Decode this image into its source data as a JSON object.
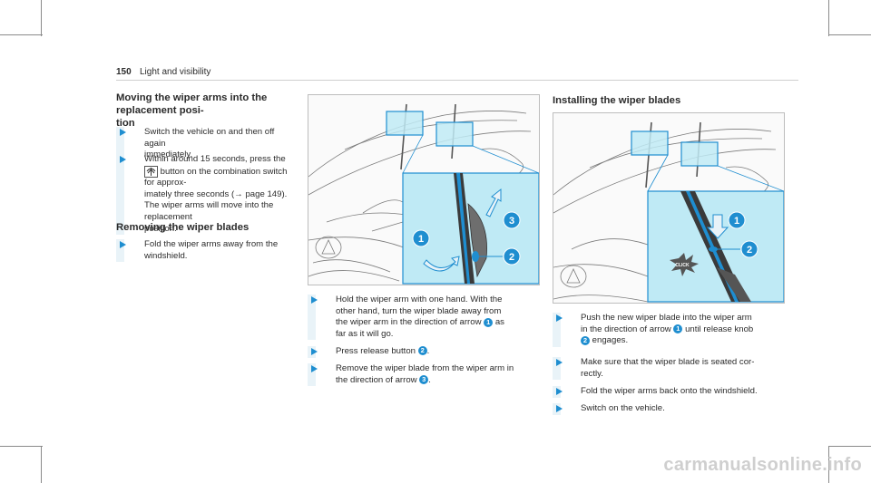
{
  "header": {
    "page_number": "150",
    "section": "Light and visibility"
  },
  "col1": {
    "heading_moving": "Moving the wiper arms into the replacement posi-\ntion",
    "step1": "Switch the vehicle on and then off again\nimmediately.",
    "step2_a": "Within around 15 seconds, press the",
    "step2_b": "button on the combination switch for approx-\nimately three seconds (→ page 149).\nThe wiper arms will move into the replacement\nposition.",
    "heading_removing": "Removing the wiper blades",
    "step3": "Fold the wiper arms away from the windshield."
  },
  "col2": {
    "step1": "Hold the wiper arm with one hand. With the\nother hand, turn the wiper blade away from\nthe wiper arm in the direction of arrow",
    "step1_num": "1",
    "step1_tail": "as\nfar as it will go.",
    "step2": "Press release button",
    "step2_num": "2",
    "step2_tail": ".",
    "step3": "Remove the wiper blade from the wiper arm in\nthe direction of arrow",
    "step3_num": "3",
    "step3_tail": "."
  },
  "col3": {
    "heading_installing": "Installing the wiper blades",
    "step1": "Push the new wiper blade into the wiper arm\nin the direction of arrow",
    "step1_num": "1",
    "step1_mid": "until release knob",
    "step1_num2": "2",
    "step1_tail": "engages.",
    "step2": "Make sure that the wiper blade is seated cor-\nrectly.",
    "step3": "Fold the wiper arms back onto the windshield.",
    "step4": "Switch on the vehicle."
  },
  "figure_labels": {
    "fig1_a": "1",
    "fig1_b": "2",
    "fig1_c": "3",
    "fig2_a": "1",
    "fig2_b": "2",
    "click": "CLICK"
  },
  "watermark": "carmanualsonline.info",
  "colors": {
    "accent": "#1f8ed0",
    "highlight": "#bfeaf5",
    "arrow_fill": "#e8f3f8"
  },
  "icons": {
    "wiper_button": "wiper-icon"
  }
}
